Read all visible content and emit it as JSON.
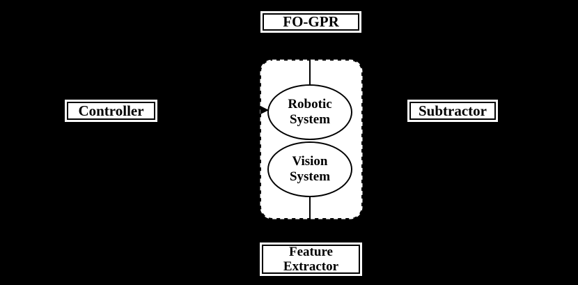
{
  "diagram": {
    "background_color": "#000000",
    "styles": {
      "node_fill": "#ffffff",
      "node_border_color": "#000000",
      "text_color": "#000000",
      "boundary_border": "white-dashed-rounded",
      "connector_color": "#000000"
    },
    "nodes": {
      "fo_gpr": {
        "label": "FO-GPR"
      },
      "controller": {
        "label": "Controller"
      },
      "subtractor": {
        "label": "Subtractor"
      },
      "feature_extractor": {
        "lines": [
          "Feature",
          "Extractor"
        ]
      },
      "robotic_system": {
        "lines": [
          "Robotic",
          "System"
        ]
      },
      "vision_system": {
        "lines": [
          "Vision",
          "System"
        ]
      }
    },
    "connectors": [
      {
        "from": "FO-GPR",
        "to": "Robotic System",
        "style": "line"
      },
      {
        "from": "Controller",
        "to": "Robotic System",
        "style": "arrow"
      },
      {
        "from": "Vision System",
        "to": "Feature Extractor",
        "style": "line"
      }
    ]
  }
}
